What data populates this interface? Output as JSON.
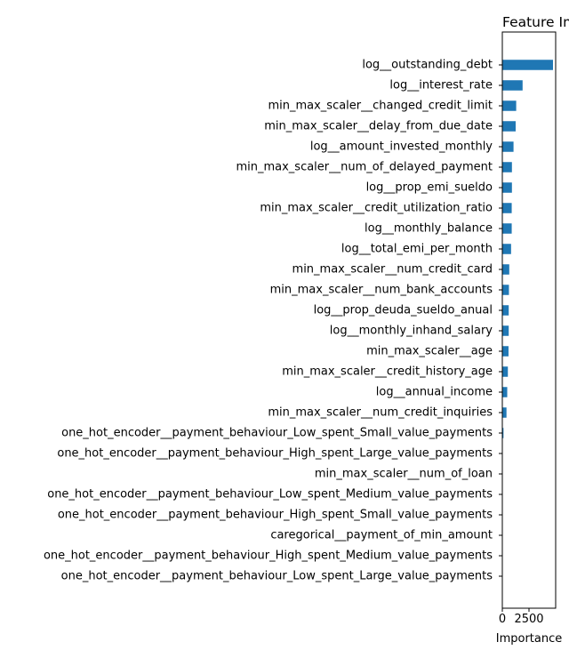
{
  "chart_data": {
    "type": "bar",
    "orientation": "horizontal",
    "title": "Feature Importance",
    "xlabel": "Importance",
    "ylabel": "",
    "xlim": [
      0,
      5000
    ],
    "xticks": [
      0,
      2500
    ],
    "grid": false,
    "legend": "none",
    "bar_color": "#1f77b4",
    "categories": [
      "log__outstanding_debt",
      "log__interest_rate",
      "min_max_scaler__changed_credit_limit",
      "min_max_scaler__delay_from_due_date",
      "log__amount_invested_monthly",
      "min_max_scaler__num_of_delayed_payment",
      "log__prop_emi_sueldo",
      "min_max_scaler__credit_utilization_ratio",
      "log__monthly_balance",
      "log__total_emi_per_month",
      "min_max_scaler__num_credit_card",
      "min_max_scaler__num_bank_accounts",
      "log__prop_deuda_sueldo_anual",
      "log__monthly_inhand_salary",
      "min_max_scaler__age",
      "min_max_scaler__credit_history_age",
      "log__annual_income",
      "min_max_scaler__num_credit_inquiries",
      "one_hot_encoder__payment_behaviour_Low_spent_Small_value_payments",
      "one_hot_encoder__payment_behaviour_High_spent_Large_value_payments",
      "min_max_scaler__num_of_loan",
      "one_hot_encoder__payment_behaviour_Low_spent_Medium_value_payments",
      "one_hot_encoder__payment_behaviour_High_spent_Small_value_payments",
      "caregorical__payment_of_min_amount",
      "one_hot_encoder__payment_behaviour_High_spent_Medium_value_payments",
      "one_hot_encoder__payment_behaviour_Low_spent_Large_value_payments"
    ],
    "values": [
      4750,
      1900,
      1300,
      1250,
      1050,
      900,
      900,
      880,
      880,
      820,
      650,
      620,
      600,
      600,
      580,
      520,
      460,
      390,
      110,
      20,
      15,
      10,
      8,
      5,
      5,
      3
    ]
  }
}
